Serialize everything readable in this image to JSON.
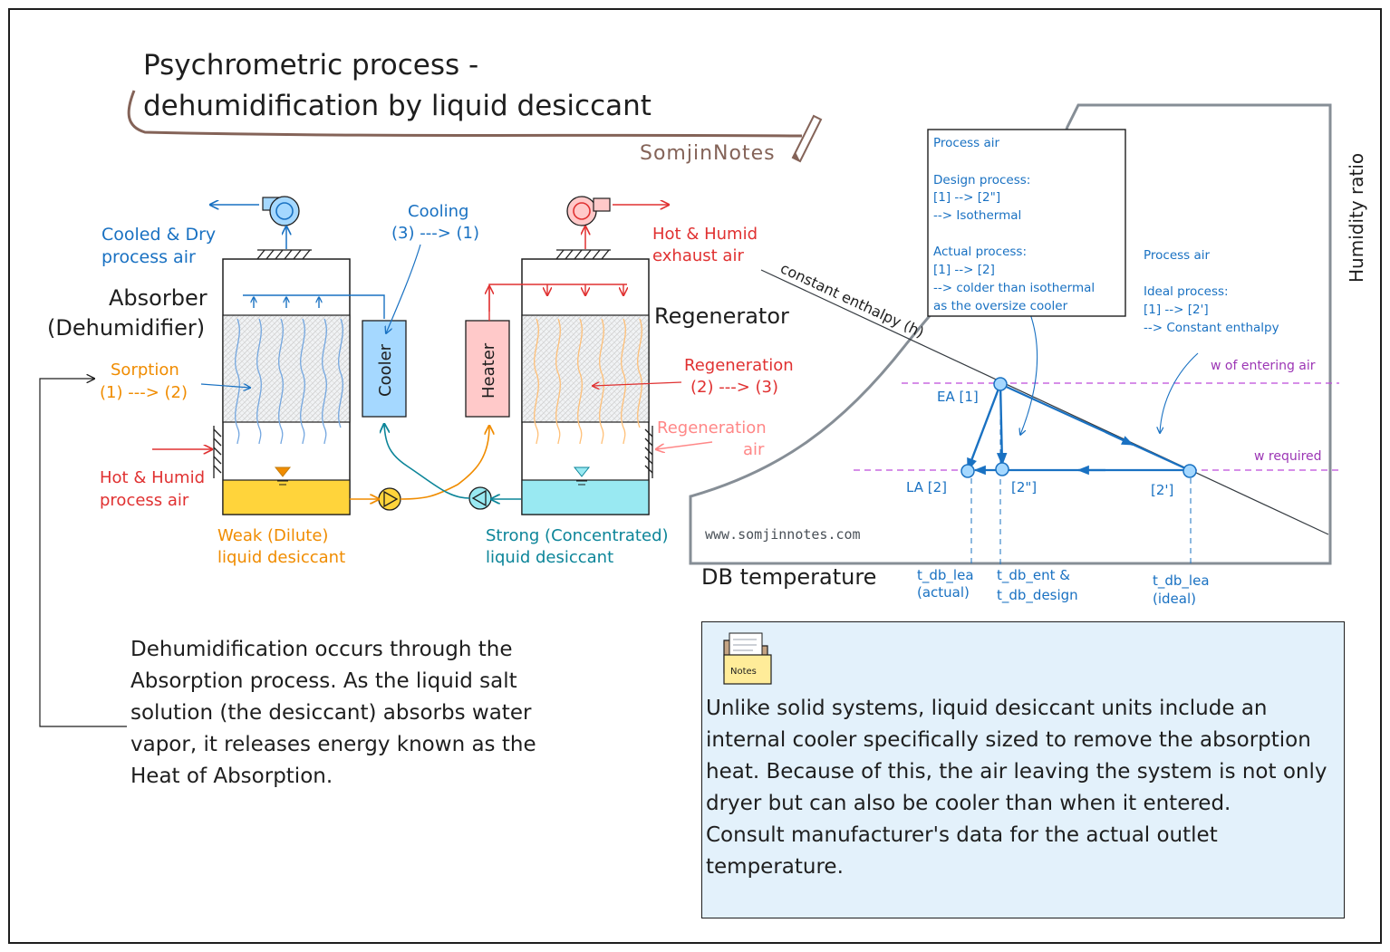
{
  "title": {
    "line1": "Psychrometric process -",
    "line2": "dehumidification by liquid desiccant",
    "logo": "SomjinNotes"
  },
  "labels": {
    "cooled_dry_1": "Cooled & Dry",
    "cooled_dry_2": "process air",
    "absorber_1": "Absorber",
    "absorber_2": "(Dehumidifier)",
    "sorption_1": "Sorption",
    "sorption_2": "(1) ---> (2)",
    "hot_humid_in_1": "Hot & Humid",
    "hot_humid_in_2": "process air",
    "weak_1": "Weak (Dilute)",
    "weak_2": "liquid desiccant",
    "cooling_1": "Cooling",
    "cooling_2": "(3) ---> (1)",
    "cooler": "Cooler",
    "heater": "Heater",
    "hot_humid_ex_1": "Hot & Humid",
    "hot_humid_ex_2": "exhaust air",
    "regenerator": "Regenerator",
    "regeneration_1": "Regeneration",
    "regeneration_2": "(2) ---> (3)",
    "regen_air_1": "Regeneration",
    "regen_air_2": "air",
    "strong_1": "Strong (Concentrated)",
    "strong_2": "liquid desiccant"
  },
  "chart": {
    "humidity_ratio": "Humidity ratio",
    "db_temperature": "DB temperature",
    "constant_enthalpy": "constant enthalpy (h)",
    "w_entering": "w of entering air",
    "w_required": "w required",
    "ea": "EA [1]",
    "la": "LA [2]",
    "p2dd": "[2\"]",
    "p2d": "[2']",
    "website": "www.somjinnotes.com",
    "tdb_lea_actual_1": "t_db_lea",
    "tdb_lea_actual_2": "(actual)",
    "tdb_ent_1": "t_db_ent &",
    "tdb_ent_2": "t_db_design",
    "tdb_lea_ideal_1": "t_db_lea",
    "tdb_lea_ideal_2": "(ideal)",
    "box1": [
      "Process air",
      "",
      "Design process:",
      "[1] --> [2\"]",
      "--> Isothermal",
      "",
      "Actual process:",
      "[1] --> [2]",
      "--> colder than isothermal",
      "as the oversize cooler"
    ],
    "box2": [
      "Process air",
      "",
      "Ideal process:",
      "[1] --> [2']",
      " --> Constant enthalpy"
    ]
  },
  "description": "Dehumidification occurs through the Absorption process. As the liquid salt solution (the desiccant) absorbs water vapor, it releases energy known as the Heat of Absorption.",
  "notes": {
    "icon_label": "Notes",
    "text_1": "Unlike solid systems, liquid desiccant units include an internal cooler specifically sized to remove the absorption heat. Because of this, the air leaving the system is not only dryer but can also be cooler than when it entered.",
    "text_2": "Consult manufacturer's data for the actual outlet temperature."
  },
  "colors": {
    "blue": "#1971c2",
    "red": "#e03131",
    "orange": "#f08c00",
    "teal": "#0c8599",
    "salmon": "#ff8787",
    "purple": "#9c36b5",
    "weak_fill": "#ffd43b",
    "strong_fill": "#99e9f2",
    "cooler_fill": "#a5d8ff",
    "heater_fill": "#ffc9c9",
    "notes_bg": "#e3f1fb"
  }
}
